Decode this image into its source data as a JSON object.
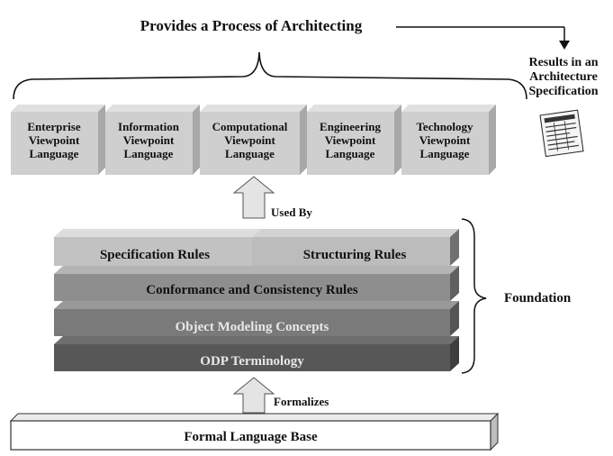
{
  "title": "Provides a Process of Architecting",
  "result": "Results in an Architecture Specification",
  "viewpoints": [
    "Enterprise Viewpoint Language",
    "Information Viewpoint Language",
    "Computational Viewpoint Language",
    "Engineering Viewpoint Language",
    "Technology Viewpoint Language"
  ],
  "used_by": "Used By",
  "foundation_label": "Foundation",
  "layers": {
    "specification_rules": "Specification Rules",
    "structuring_rules": "Structuring Rules",
    "conformance": "Conformance and Consistency Rules",
    "object_modeling": "Object Modeling Concepts",
    "odp_terminology": "ODP Terminology"
  },
  "formalizes": "Formalizes",
  "base": "Formal Language Base"
}
